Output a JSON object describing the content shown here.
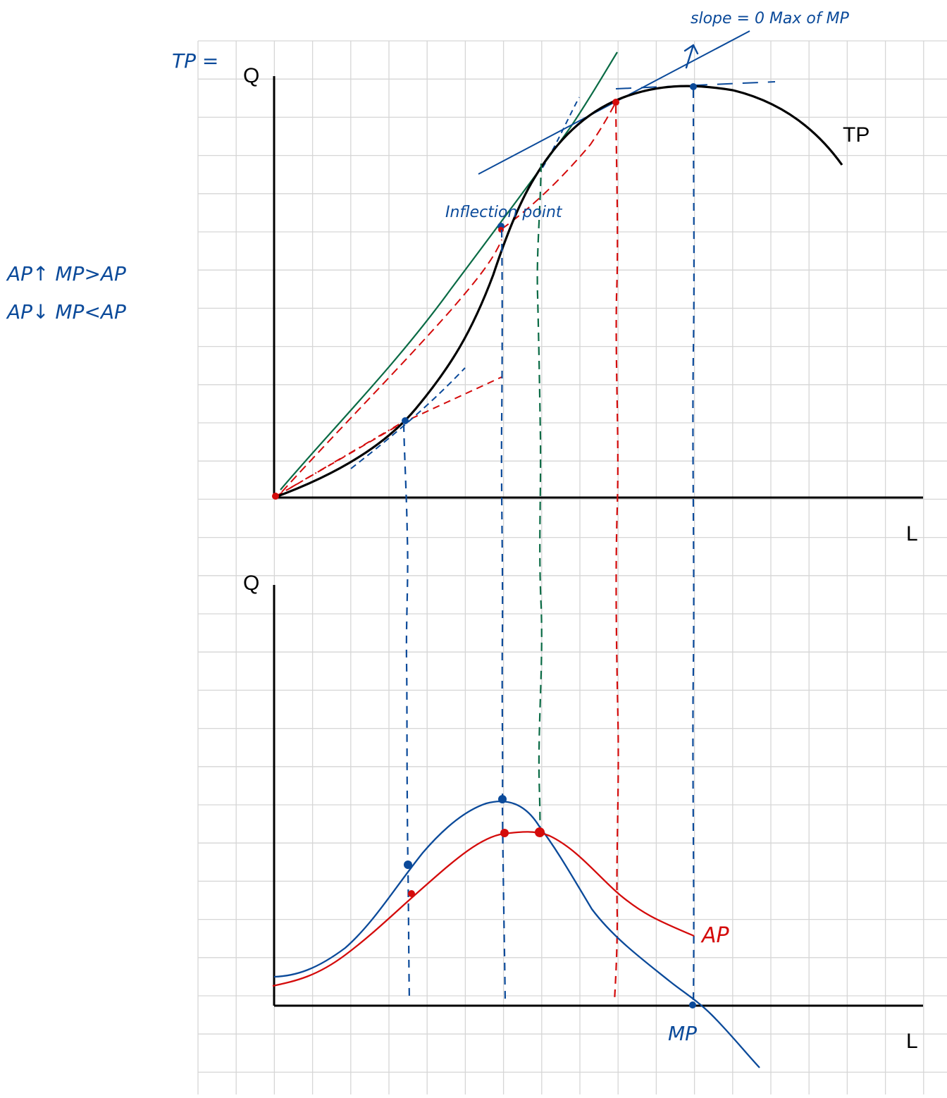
{
  "labels": {
    "top_y_axis": "Q",
    "top_x_axis": "L",
    "bottom_y_axis": "Q",
    "bottom_x_axis": "L",
    "tp_curve": "TP",
    "ap_curve": "AP",
    "mp_curve": "MP",
    "tp_scribble": "TP =",
    "slope_note": "slope = 0  Max of MP",
    "inflection_note": "Inflection point",
    "rule_1": "AP↑  MP>AP",
    "rule_2": "AP↓  MP<AP"
  },
  "colors": {
    "grid": "#d6d6d6",
    "axis": "#000000",
    "tp": "#000000",
    "blue": "#0b4a9a",
    "red": "#d40b0b",
    "green": "#0a6b45"
  }
}
